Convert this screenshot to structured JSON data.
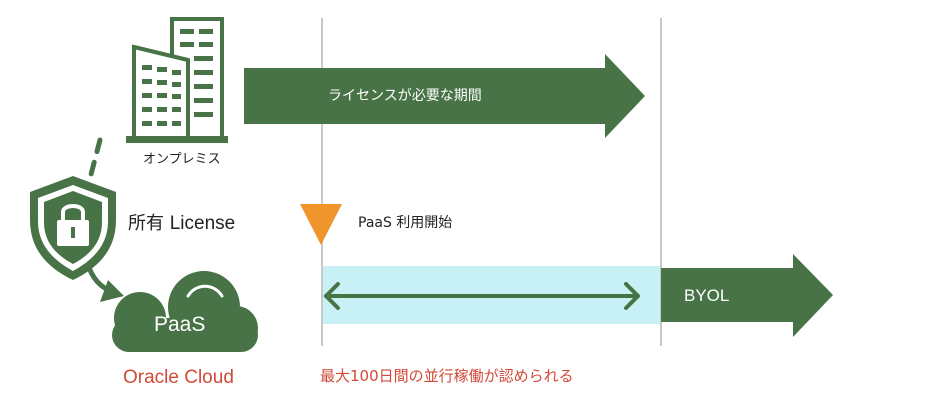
{
  "labels": {
    "on_premises": "オンプレミス",
    "license_needed_period": "ライセンスが必要な期間",
    "owned_license_prefix": "所有",
    "owned_license_word": "License",
    "paas_start": "PaaS 利用開始",
    "byol": "BYOL",
    "paas": "PaaS",
    "oracle_cloud": "Oracle Cloud",
    "parallel_operation": "最大100日間の並行稼働が認められる"
  },
  "icons": {
    "building": "office-building-icon",
    "shield": "shield-lock-icon",
    "cloud": "cloud-icon",
    "marker": "triangle-marker-icon"
  },
  "colors": {
    "green": "#477346",
    "orange": "#f0952c",
    "cyan_band": "#c8f1f6",
    "red_text": "#d24a37",
    "divider": "#c8c8c8"
  }
}
